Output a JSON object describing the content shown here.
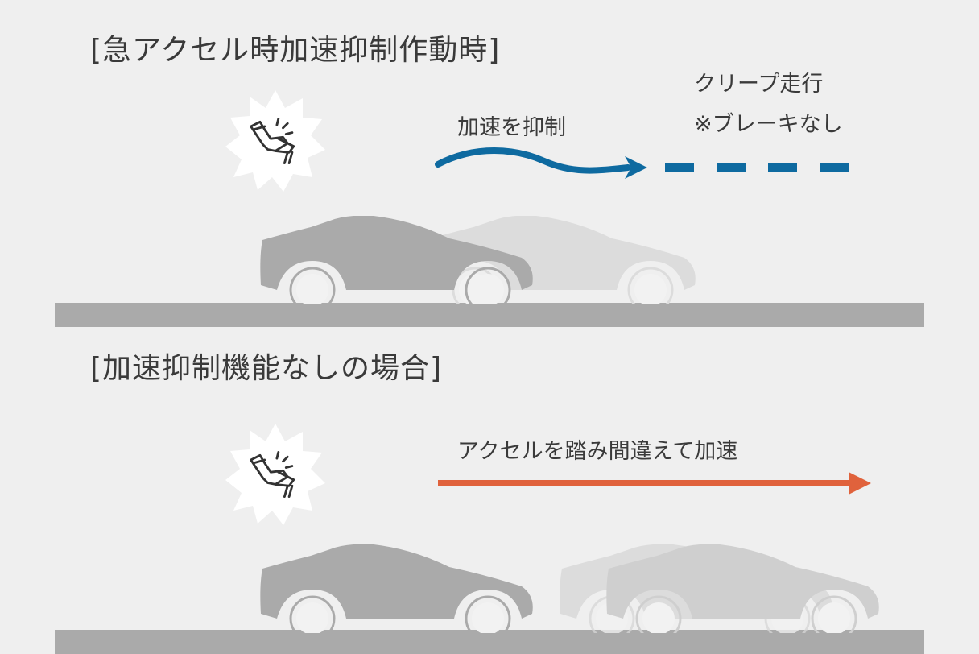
{
  "top_scenario": {
    "title": "[急アクセル時加速抑制作動時]",
    "arrow_label": "加速を抑制",
    "creep_label_line1": "クリープ走行",
    "creep_label_line2": "※ブレーキなし"
  },
  "bottom_scenario": {
    "title": "[加速抑制機能なしの場合]",
    "arrow_label": "アクセルを踏み間違えて加速"
  },
  "icons": [
    "pedal-press-icon",
    "pedal-press-icon"
  ],
  "colors": {
    "background": "#efefef",
    "suppress_arrow": "#0e6aa0",
    "accelerate_arrow": "#e0623c",
    "car_dark": "#aaaaaa",
    "car_light": "#dcdcdc",
    "road": "#aaaaaa"
  }
}
